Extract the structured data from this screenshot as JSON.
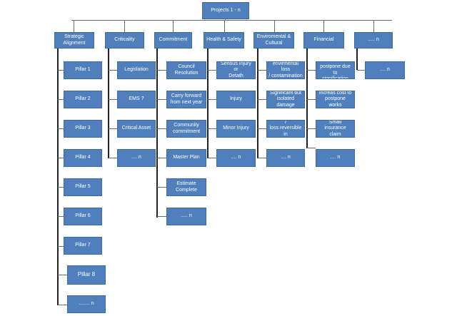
{
  "root": "Projects 1 - n",
  "categories": [
    {
      "label": "Strategic\nAlignment",
      "items": [
        "Pillar 1",
        "Pillar 2",
        "Pillar 3",
        "Pillar 4",
        "Pillar 5",
        "Pillar 6",
        "Pillar 7",
        "Pillar 8",
        "........ n"
      ]
    },
    {
      "label": "Criticality",
      "items": [
        "Legislation",
        "EMS ?",
        "Critical Asset",
        ".... n"
      ]
    },
    {
      "label": "Commitment",
      "items": [
        "Council\nResolution",
        "Carry forward\nfrom next year",
        "Community\ncommitment",
        "Master Plan",
        "Estimate\nComplete",
        "..... n"
      ]
    },
    {
      "label": "Health & Safety",
      "items": [
        "Serious Injury or\nDetath",
        "Injury",
        "Minor Injury",
        ".... n"
      ]
    },
    {
      "label": "Enviromental &\nCultural",
      "items": [
        "Significant\nenvirmental loss\n/ contamination\nnot Reversible",
        "Significant but\nisolated damage",
        "Local Damage /\nloss reversible in\nshort term",
        ".... n"
      ]
    },
    {
      "label": "Financial",
      "items": [
        "If work\npostpone due to\nsignification",
        "Increas cost to\npostpone works",
        "Small insurance\nclaim",
        ".... n"
      ]
    },
    {
      "label": "..... n",
      "items": [
        ".... n"
      ]
    }
  ]
}
